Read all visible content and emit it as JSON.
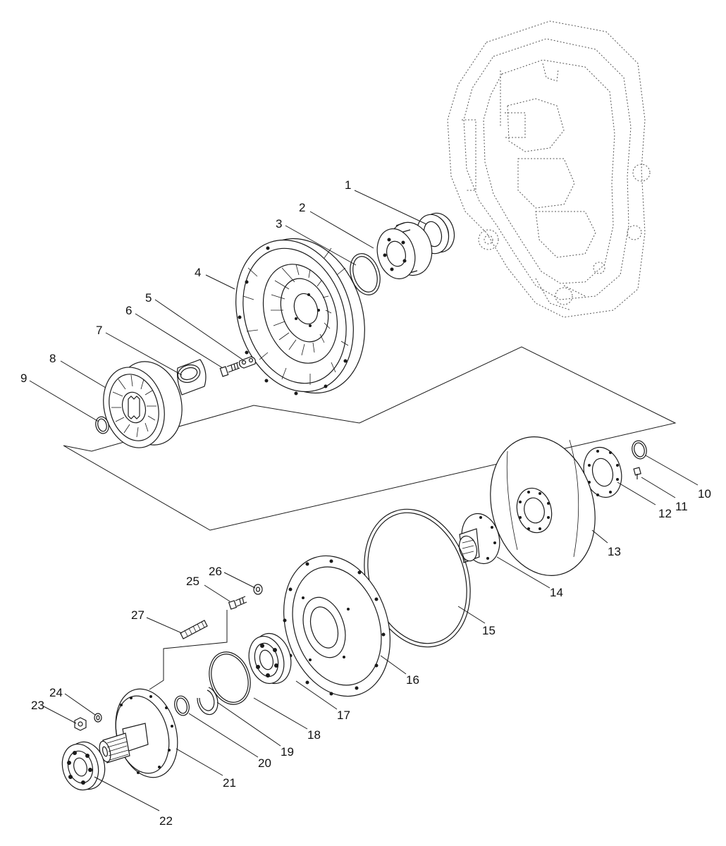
{
  "diagram": {
    "callouts": [
      "1",
      "2",
      "3",
      "4",
      "5",
      "6",
      "7",
      "8",
      "9",
      "10",
      "11",
      "12",
      "13",
      "14",
      "15",
      "16",
      "17",
      "18",
      "19",
      "20",
      "21",
      "22",
      "23",
      "24",
      "25",
      "26",
      "27"
    ]
  }
}
